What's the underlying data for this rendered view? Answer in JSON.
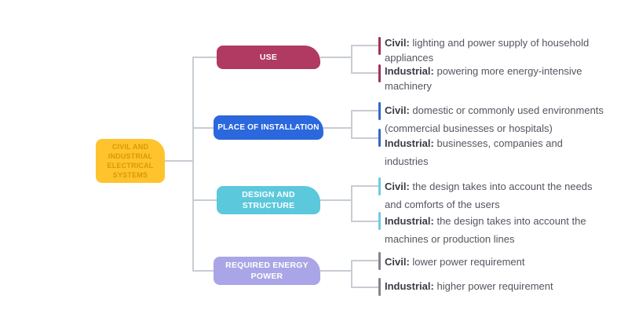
{
  "root": {
    "label": "CIVIL AND INDUSTRIAL ELECTRICAL SYSTEMS",
    "bg": "#FFC32D",
    "text_color": "#DB9708"
  },
  "line_color": "#C8CCD3",
  "branches": [
    {
      "label": "USE",
      "color": "#B13A62",
      "tick_color": "#A3315A",
      "items": [
        {
          "term": "Civil:",
          "text": "lighting and power supply of household\nappliances"
        },
        {
          "term": "Industrial:",
          "text": "powering more energy-intensive\nmachinery"
        }
      ]
    },
    {
      "label": "PLACE OF INSTALLATION",
      "color": "#2C68DD",
      "tick_color": "#3767C8",
      "items": [
        {
          "term": "Civil:",
          "text": "domestic or commonly used environments\n(commercial businesses or hospitals)"
        },
        {
          "term": "Industrial:",
          "text": "businesses, companies and\nindustries"
        }
      ]
    },
    {
      "label": "DESIGN AND STRUCTURE",
      "color": "#5CC8DC",
      "tick_color": "#6FCBE0",
      "items": [
        {
          "term": "Civil:",
          "text": "the design takes into account the needs\nand comforts of the users"
        },
        {
          "term": "Industrial:",
          "text": "the design takes into account the\nmachines or production lines"
        }
      ]
    },
    {
      "label": "REQUIRED ENERGY POWER",
      "color": "#A9A5E6",
      "tick_color": "#83858F",
      "items": [
        {
          "term": "Civil:",
          "text": "lower power requirement"
        },
        {
          "term": "Industrial:",
          "text": "higher power requirement"
        }
      ]
    }
  ]
}
